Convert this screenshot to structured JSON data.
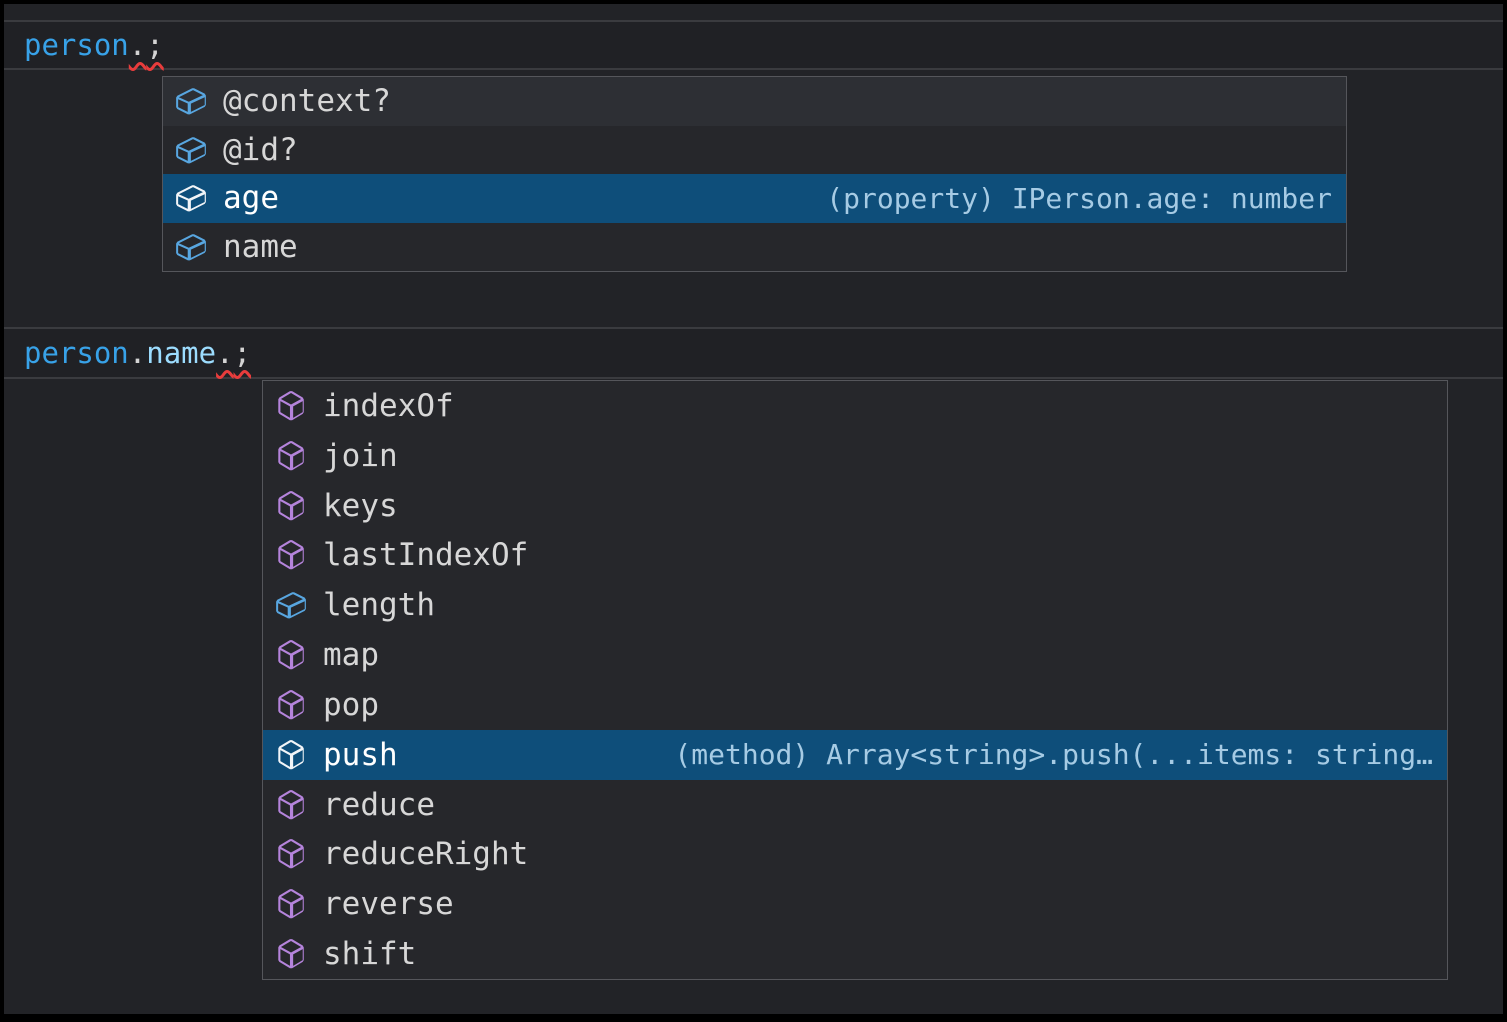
{
  "colors": {
    "frame_bg": "#000000",
    "editor_bg": "#222327",
    "line_band_bg": "#202125",
    "line_band_border": "#3a3b3f",
    "suggest_bg": "#26272b",
    "suggest_border": "#55565b",
    "row_hover_bg": "#2d2f34",
    "row_selected_bg": "#0e4e7a",
    "label_color": "#d7d7d7",
    "label_selected_color": "#ffffff",
    "detail_color": "#a6cbe4",
    "field_icon_color": "#58a6e0",
    "method_icon_color": "#b584dc",
    "selected_icon_color": "#f2f5f8",
    "squiggle_color": "#e83c3c",
    "token_variable": "#38a2e8",
    "token_property": "#9cdcfe",
    "token_punctuation": "#d4d4d4"
  },
  "editor": {
    "line1": {
      "tokens": [
        {
          "text": "person",
          "color": "#38a2e8"
        },
        {
          "text": ".",
          "color": "#d4d4d4",
          "squiggle": true
        },
        {
          "text": ";",
          "color": "#d4d4d4",
          "squiggle": true
        }
      ]
    },
    "line2": {
      "tokens": [
        {
          "text": "person",
          "color": "#38a2e8"
        },
        {
          "text": ".",
          "color": "#d4d4d4"
        },
        {
          "text": "name",
          "color": "#9cdcfe"
        },
        {
          "text": ".",
          "color": "#d4d4d4",
          "squiggle": true
        },
        {
          "text": ";",
          "color": "#d4d4d4",
          "squiggle": true
        }
      ]
    }
  },
  "suggest_top": {
    "items": [
      {
        "label": "@context?",
        "kind": "field",
        "hovered": true
      },
      {
        "label": "@id?",
        "kind": "field"
      },
      {
        "label": "age",
        "kind": "field",
        "selected": true,
        "detail": "(property) IPerson.age: number"
      },
      {
        "label": "name",
        "kind": "field"
      }
    ]
  },
  "suggest_bottom": {
    "items": [
      {
        "label": "indexOf",
        "kind": "method"
      },
      {
        "label": "join",
        "kind": "method"
      },
      {
        "label": "keys",
        "kind": "method"
      },
      {
        "label": "lastIndexOf",
        "kind": "method"
      },
      {
        "label": "length",
        "kind": "field"
      },
      {
        "label": "map",
        "kind": "method"
      },
      {
        "label": "pop",
        "kind": "method"
      },
      {
        "label": "push",
        "kind": "method",
        "selected": true,
        "detail": "(method) Array<string>.push(...items: string…"
      },
      {
        "label": "reduce",
        "kind": "method"
      },
      {
        "label": "reduceRight",
        "kind": "method"
      },
      {
        "label": "reverse",
        "kind": "method"
      },
      {
        "label": "shift",
        "kind": "method"
      }
    ]
  }
}
